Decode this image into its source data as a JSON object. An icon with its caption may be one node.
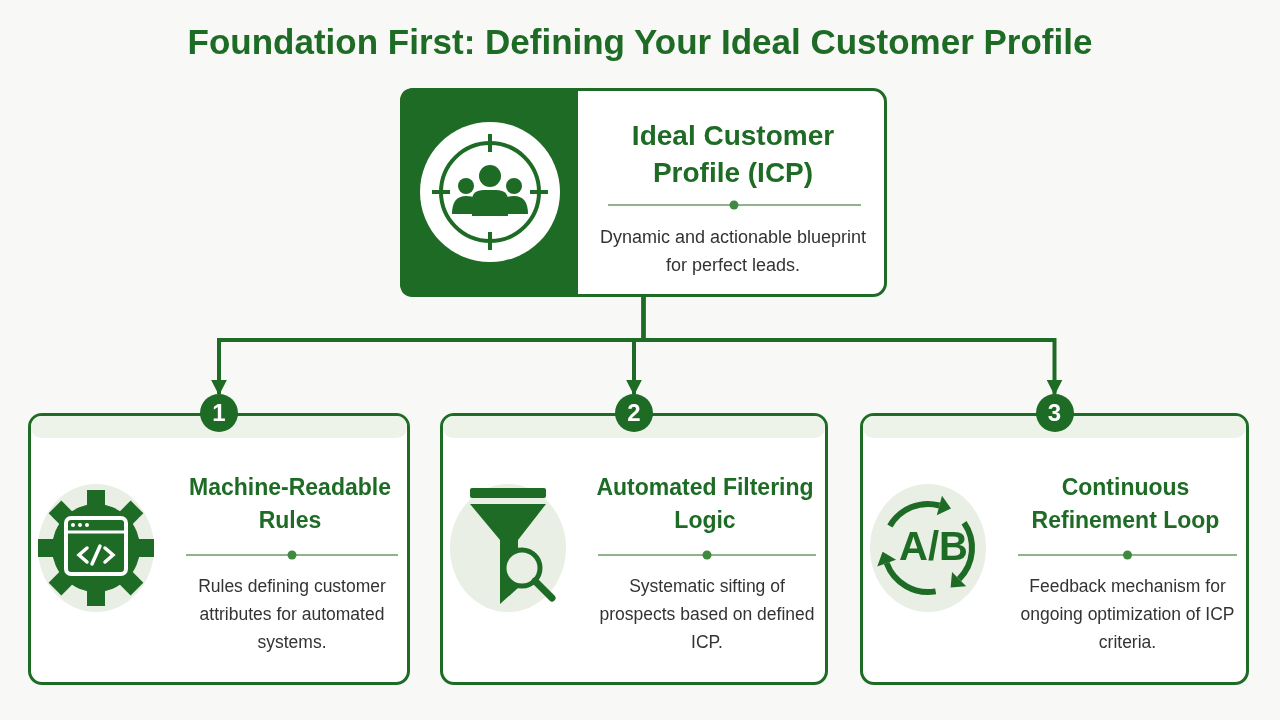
{
  "diagram": {
    "title": "Foundation First: Defining Your Ideal Customer Profile",
    "nodes": [
      {
        "text": [
          "Ideal Customer Profile (ICP)",
          "Dynamic and actionable blueprint for perfect leads."
        ]
      },
      {
        "text": [
          "Machine-Readable Rules",
          "Rules defining customer attributes for automated systems."
        ],
        "beside": [
          "1"
        ]
      },
      {
        "text": [
          "Automated Filtering Logic",
          "Systematic sifting of prospects based on defined ICP."
        ],
        "beside": [
          "2"
        ]
      },
      {
        "text": [
          "Continuous Refinement Loop",
          "Feedback mechanism for ongoing optimization of ICP criteria."
        ],
        "beside": [
          "3"
        ]
      }
    ],
    "edges": [
      {
        "from": 0,
        "to": 1,
        "arrow": "to"
      },
      {
        "from": 0,
        "to": 2,
        "arrow": "to"
      },
      {
        "from": 0,
        "to": 3,
        "arrow": "to"
      }
    ],
    "labels": [
      "A/B"
    ]
  }
}
